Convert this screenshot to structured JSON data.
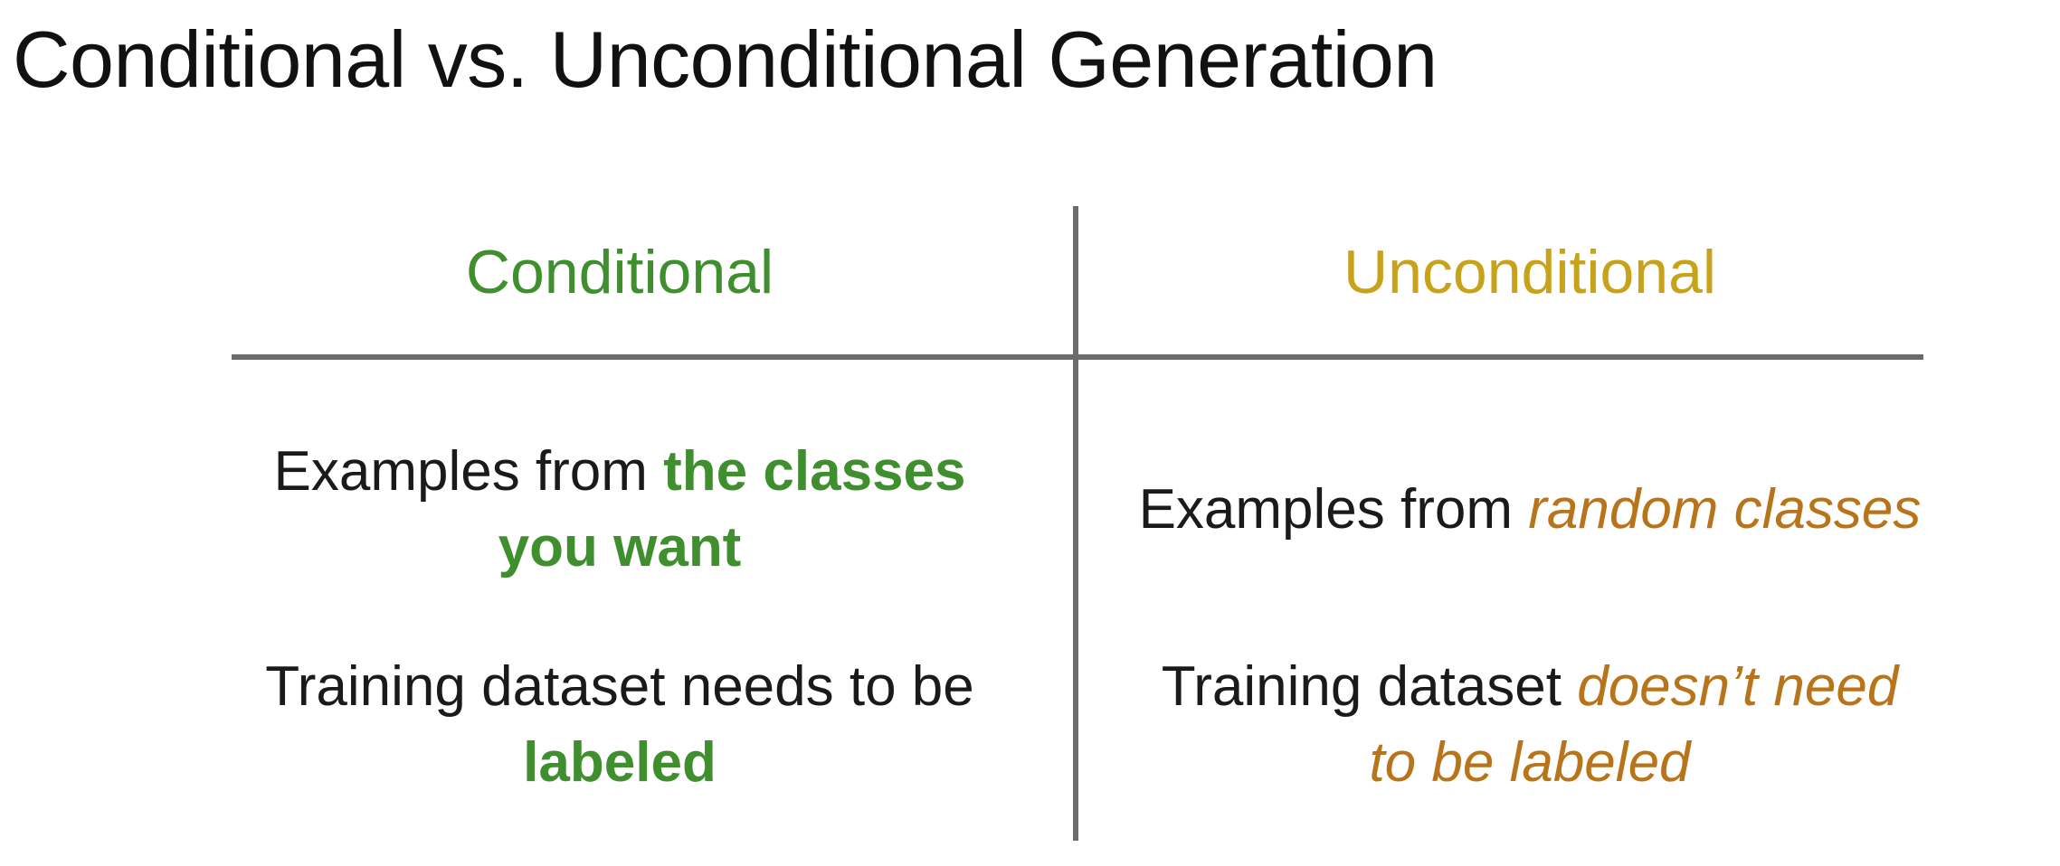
{
  "title": "Conditional vs. Unconditional Generation",
  "colors": {
    "conditional_accent": "#3f8f2e",
    "unconditional_header": "#c7a21a",
    "unconditional_accent": "#b8741a",
    "divider": "#6b6b6b"
  },
  "table": {
    "headers": {
      "conditional": "Conditional",
      "unconditional": "Unconditional"
    },
    "rows": [
      {
        "conditional": {
          "text": "Examples from ",
          "highlight_line1": "the classes",
          "highlight_line2": "you want"
        },
        "unconditional": {
          "text": "Examples from ",
          "highlight": "random classes"
        }
      },
      {
        "conditional": {
          "text": "Training dataset needs to be",
          "highlight": "labeled"
        },
        "unconditional": {
          "text": "Training dataset ",
          "highlight_line1": "doesn’t need",
          "highlight_line2": "to be labeled"
        }
      }
    ]
  }
}
